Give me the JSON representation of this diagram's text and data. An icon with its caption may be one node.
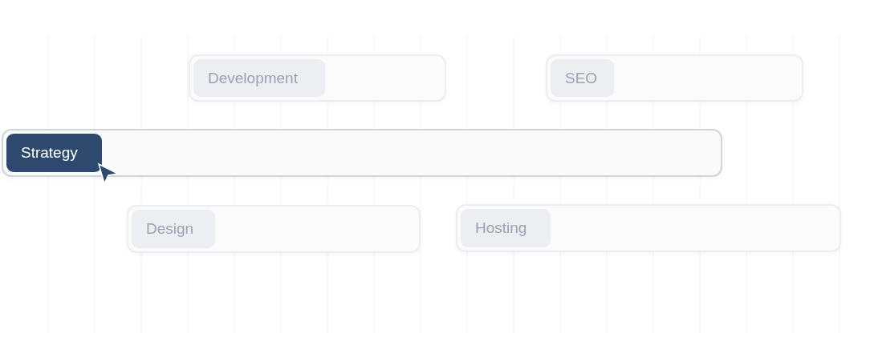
{
  "diagram": {
    "nodes": [
      {
        "text": [
          "Development"
        ]
      },
      {
        "text": [
          "SEO"
        ]
      },
      {
        "text": [
          "Strategy"
        ]
      },
      {
        "text": [
          "Design"
        ]
      },
      {
        "text": [
          "Hosting"
        ]
      }
    ]
  }
}
